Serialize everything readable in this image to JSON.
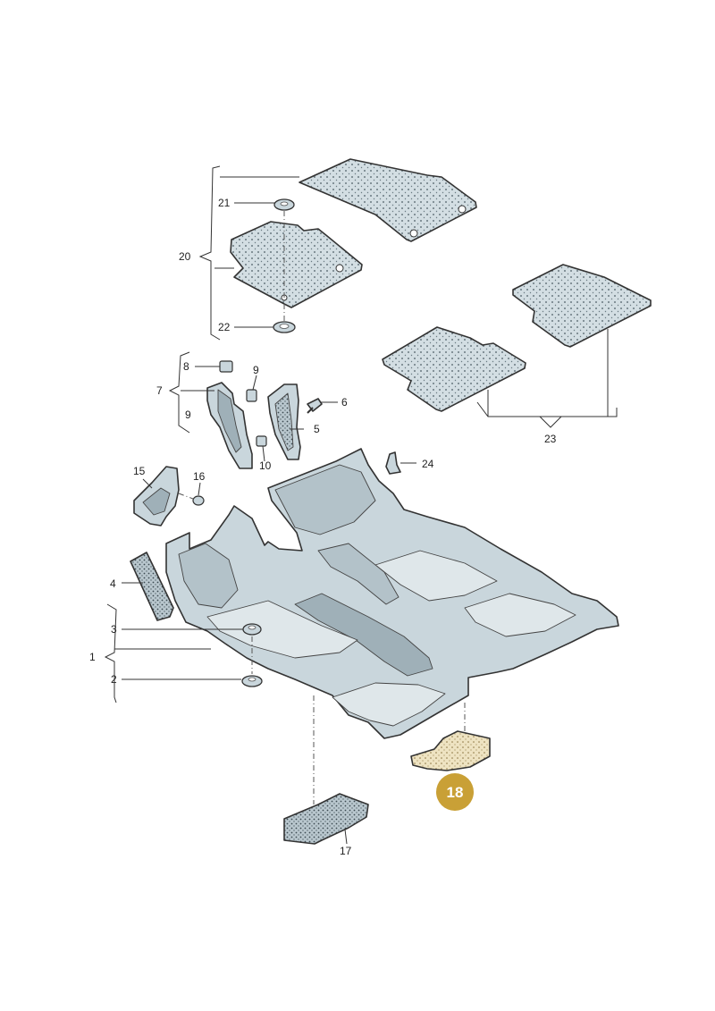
{
  "diagram": {
    "callouts": {
      "c1": "1",
      "c2": "2",
      "c3": "3",
      "c4": "4",
      "c5": "5",
      "c6": "6",
      "c7": "7",
      "c8": "8",
      "c9a": "9",
      "c9b": "9",
      "c10": "10",
      "c15": "15",
      "c16": "16",
      "c17": "17",
      "c20": "20",
      "c21": "21",
      "c22": "22",
      "c23": "23",
      "c24": "24"
    },
    "highlight": {
      "label": "18",
      "color": "#c9a036"
    },
    "colors": {
      "part_fill": "#c9d6dc",
      "part_dark": "#9fb0b8",
      "line": "#333333"
    }
  }
}
